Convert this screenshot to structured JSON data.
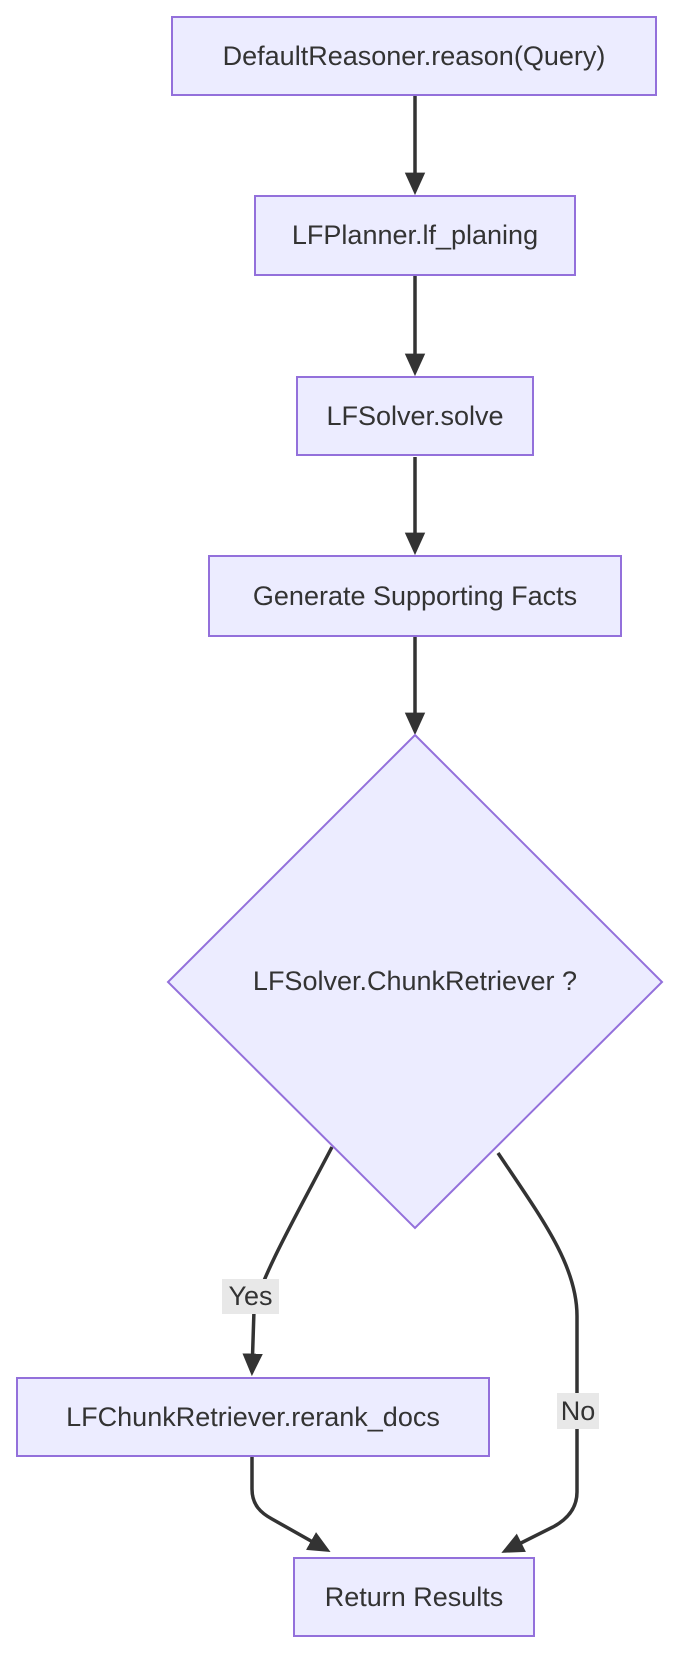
{
  "diagram": {
    "type": "flowchart",
    "direction": "top-down",
    "colors": {
      "background": "#ffffff",
      "node_fill": "#ECECFF",
      "node_border": "#9370DB",
      "edge_color": "#333333",
      "text_color": "#333333",
      "edge_label_bg": "#e8e8e8"
    },
    "nodes": {
      "reason": {
        "label": "DefaultReasoner.reason(Query)",
        "shape": "rect"
      },
      "planner": {
        "label": "LFPlanner.lf_planing",
        "shape": "rect"
      },
      "solver": {
        "label": "LFSolver.solve",
        "shape": "rect"
      },
      "facts": {
        "label": "Generate Supporting Facts",
        "shape": "rect"
      },
      "decision": {
        "label": "LFSolver.ChunkRetriever ?",
        "shape": "diamond"
      },
      "rerank": {
        "label": "LFChunkRetriever.rerank_docs",
        "shape": "rect"
      },
      "return": {
        "label": "Return Results",
        "shape": "rect"
      }
    },
    "edges": [
      {
        "from": "DefaultReasoner.reason(Query)",
        "to": "LFPlanner.lf_planing",
        "label": ""
      },
      {
        "from": "LFPlanner.lf_planing",
        "to": "LFSolver.solve",
        "label": ""
      },
      {
        "from": "LFSolver.solve",
        "to": "Generate Supporting Facts",
        "label": ""
      },
      {
        "from": "Generate Supporting Facts",
        "to": "LFSolver.ChunkRetriever ?",
        "label": ""
      },
      {
        "from": "LFSolver.ChunkRetriever ?",
        "to": "LFChunkRetriever.rerank_docs",
        "label": "Yes"
      },
      {
        "from": "LFSolver.ChunkRetriever ?",
        "to": "Return Results",
        "label": "No"
      },
      {
        "from": "LFChunkRetriever.rerank_docs",
        "to": "Return Results",
        "label": ""
      }
    ]
  }
}
